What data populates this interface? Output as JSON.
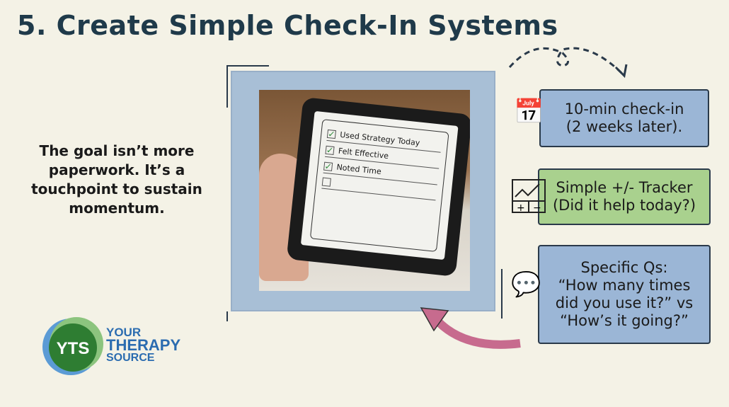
{
  "title": "5. Create Simple Check-In Systems",
  "goal_text": "The goal isn’t more paperwork. It’s a touchpoint to sustain momentum.",
  "tablet_checklist": [
    "Used Strategy Today",
    "Felt Effective",
    "Noted Time",
    ""
  ],
  "cards": [
    {
      "icon": "calendar-icon",
      "text_lines": [
        "10-min check-in",
        "(2 weeks later)."
      ],
      "color": "#9bb6d6"
    },
    {
      "icon": "chart-tracker-icon",
      "text_lines": [
        "Simple +/- Tracker",
        "(Did it help today?)"
      ],
      "color": "#a9d18e"
    },
    {
      "icon": "chat-bubbles-icon",
      "text_lines": [
        "Specific Qs:",
        "“How many times",
        "did you use it?” vs",
        "“How’s it going?”"
      ],
      "color": "#9bb6d6"
    }
  ],
  "logo": {
    "mark": "YTS",
    "lines": [
      "YOUR",
      "THERAPY",
      "SOURCE"
    ]
  }
}
